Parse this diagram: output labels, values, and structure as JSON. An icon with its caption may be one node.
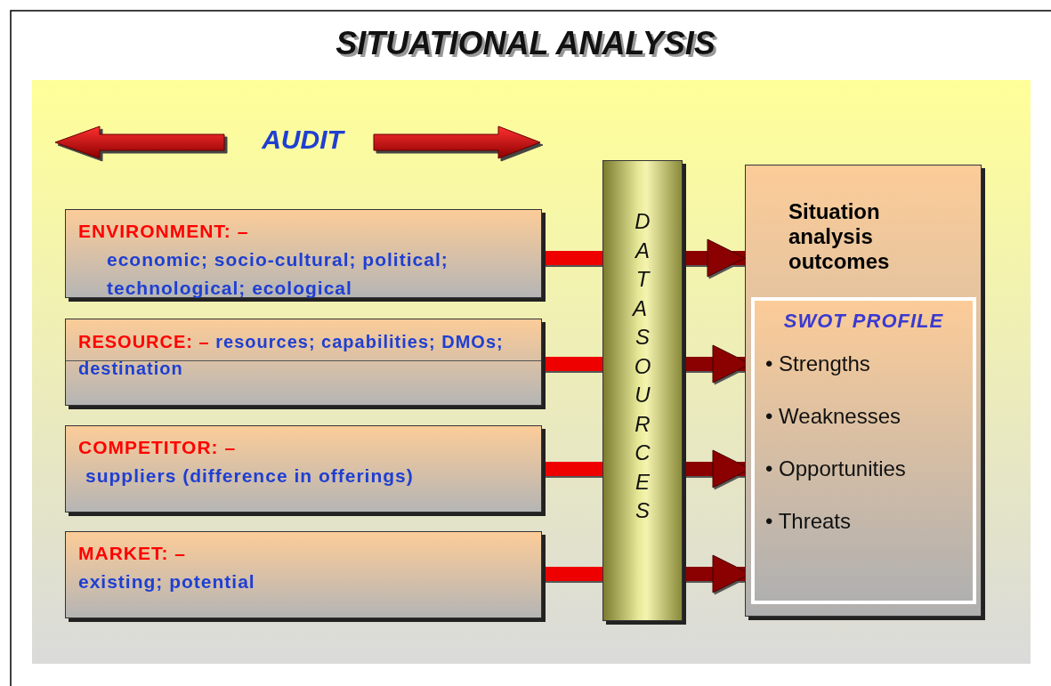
{
  "diagram": {
    "title": "SITUATIONAL ANALYSIS",
    "nodes": [
      {
        "text": [
          "ENVIRONMENT: –",
          "economic; socio-cultural; political; technological; ecological"
        ]
      },
      {
        "text": [
          "RESOURCE: –",
          "resources; capabilities; DMOs; destination"
        ]
      },
      {
        "text": [
          "COMPETITOR: –",
          "suppliers (difference in offerings)"
        ]
      },
      {
        "text": [
          "MARKET: –",
          "existing; potential"
        ]
      },
      {
        "text": [
          "DATA SOURCES"
        ]
      },
      {
        "text": [
          "Situation analysis outcomes"
        ]
      },
      {
        "text": [
          "SWOT PROFILE",
          "• Strengths",
          "• Weaknesses",
          "• Opportunities",
          "• Threats"
        ],
        "in": 5
      }
    ],
    "edges": [
      {
        "from": 0,
        "to": 4,
        "arrow": "none"
      },
      {
        "from": 4,
        "to": 5,
        "arrow": "to",
        "color": "#8b0000"
      },
      {
        "from": 1,
        "to": 4,
        "arrow": "none"
      },
      {
        "from": 4,
        "to": 6,
        "arrow": "to",
        "color": "#8b0000"
      },
      {
        "from": 2,
        "to": 4,
        "arrow": "none"
      },
      {
        "from": 4,
        "to": 6,
        "arrow": "to",
        "color": "#8b0000"
      },
      {
        "from": 3,
        "to": 4,
        "arrow": "none"
      },
      {
        "from": 4,
        "to": 6,
        "arrow": "to",
        "color": "#8b0000"
      }
    ],
    "labels": [
      "AUDIT"
    ]
  }
}
